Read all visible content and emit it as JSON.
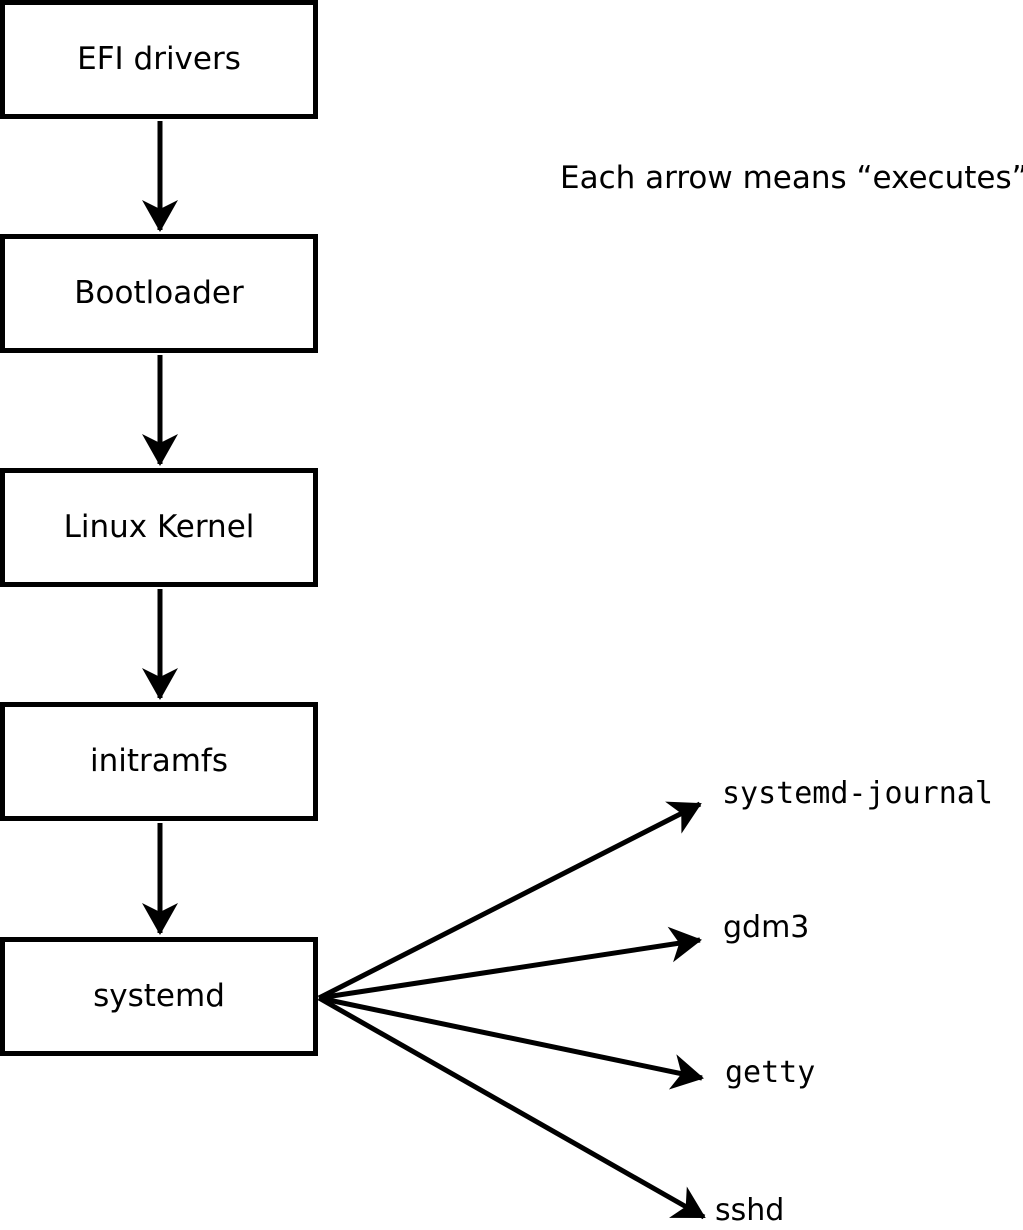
{
  "diagram": {
    "note": "Each arrow means “executes”.",
    "chain": [
      {
        "label": "EFI drivers"
      },
      {
        "label": "Bootloader"
      },
      {
        "label": "Linux Kernel"
      },
      {
        "label": "initramfs"
      },
      {
        "label": "systemd"
      }
    ],
    "children": [
      {
        "label": "systemd-journal"
      },
      {
        "label": "gdm3"
      },
      {
        "label": "getty"
      },
      {
        "label": "sshd"
      }
    ],
    "colors": {
      "line": "#000000",
      "background": "#ffffff",
      "box_fill": "#ffffff"
    }
  }
}
